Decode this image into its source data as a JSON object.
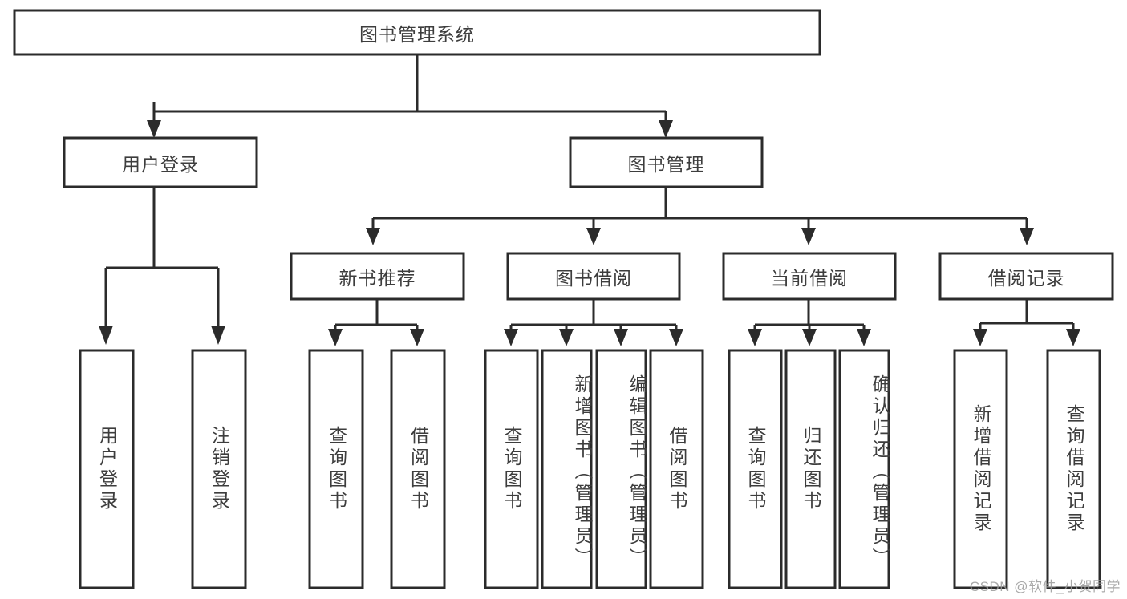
{
  "diagram": {
    "type": "tree-hierarchy",
    "title": "图书管理系统",
    "watermark": "CSDN @软件_小贺同学",
    "colors": {
      "box_stroke": "#2b2b2b",
      "box_fill": "#ffffff",
      "text": "#3d3d3d",
      "background": "#ffffff",
      "watermark": "#9a9a9a"
    },
    "levels": {
      "root": {
        "label": "图书管理系统"
      },
      "level2": [
        {
          "label": "用户登录"
        },
        {
          "label": "图书管理"
        }
      ],
      "level3": [
        {
          "label": "新书推荐"
        },
        {
          "label": "图书借阅"
        },
        {
          "label": "当前借阅"
        },
        {
          "label": "借阅记录"
        }
      ],
      "leaves": {
        "user_login": [
          {
            "label": "用户登录"
          },
          {
            "label": "注销登录"
          }
        ],
        "new_book_recommend": [
          {
            "label": "查询图书"
          },
          {
            "label": "借阅图书"
          }
        ],
        "book_borrow": [
          {
            "label": "查询图书"
          },
          {
            "label": "新增图书（管理员）"
          },
          {
            "label": "编辑图书（管理员）"
          },
          {
            "label": "借阅图书"
          }
        ],
        "current_borrow": [
          {
            "label": "查询图书"
          },
          {
            "label": "归还图书"
          },
          {
            "label": "确认归还（管理员）"
          }
        ],
        "borrow_record": [
          {
            "label": "新增借阅记录"
          },
          {
            "label": "查询借阅记录"
          }
        ]
      }
    }
  }
}
